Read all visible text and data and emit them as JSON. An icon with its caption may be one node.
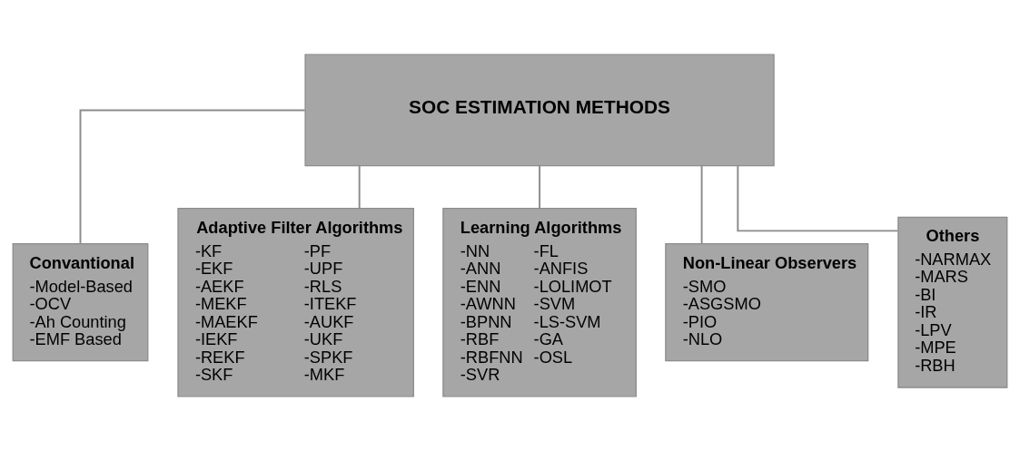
{
  "diagram": {
    "nodes": [
      {
        "text": [
          "SOC ESTIMATION METHODS"
        ]
      },
      {
        "text": [
          "Convantional",
          "-Model-Based",
          "-OCV",
          "-Ah Counting",
          "-EMF Based"
        ]
      },
      {
        "text": [
          "Adaptive Filter Algorithms",
          "-KF",
          "-EKF",
          "-AEKF",
          "-MEKF",
          "-MAEKF",
          "-IEKF",
          "-REKF",
          "-SKF",
          "-PF",
          "-UPF",
          "-RLS",
          "-ITEKF",
          "-AUKF",
          "-UKF",
          "-SPKF",
          "-MKF"
        ]
      },
      {
        "text": [
          "Learning Algorithms",
          "-NN",
          "-ANN",
          "-ENN",
          "-AWNN",
          "-BPNN",
          "-RBF",
          "-RBFNN",
          "-SVR",
          "-FL",
          "-ANFIS",
          "-LOLIMOT",
          "-SVM",
          "-LS-SVM",
          "-GA",
          "-OSL"
        ]
      },
      {
        "text": [
          "Non-Linear Observers",
          "-SMO",
          "-ASGSMO",
          "-PIO",
          "-NLO"
        ]
      },
      {
        "text": [
          "Others",
          "-NARMAX",
          "-MARS",
          "-BI",
          "-IR",
          "-LPV",
          "-MPE",
          "-RBH"
        ]
      }
    ],
    "edges": [
      {
        "from": 0,
        "to": 1,
        "arrow": "none"
      },
      {
        "from": 0,
        "to": 2,
        "arrow": "none"
      },
      {
        "from": 0,
        "to": 3,
        "arrow": "none"
      },
      {
        "from": 0,
        "to": 4,
        "arrow": "none"
      },
      {
        "from": 0,
        "to": 5,
        "arrow": "none"
      }
    ]
  }
}
